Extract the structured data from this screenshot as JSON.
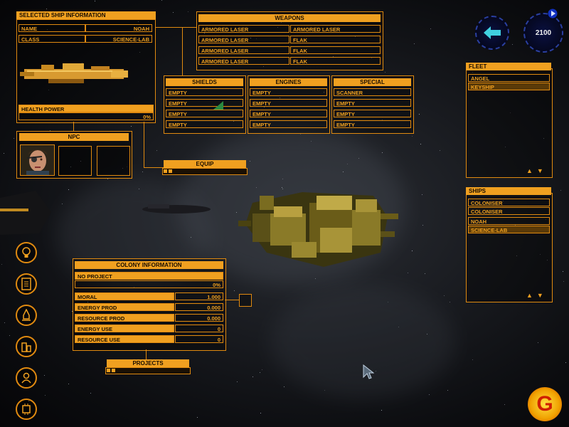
{
  "selected_ship": {
    "title": "SELECTED SHIP INFORMATION",
    "name_label": "NAME",
    "name_value": "NOAH",
    "class_label": "CLASS",
    "class_value": "SCIENCE-LAB",
    "health_label": "HEALTH POWER",
    "health_value": "0%",
    "health_level": 0
  },
  "weapons": {
    "title": "WEAPONS",
    "left": [
      "ARMORED LASER",
      "ARMORED LASER",
      "ARMORED LASER",
      "ARMORED LASER"
    ],
    "right": [
      "ARMORED LASER",
      "FLAK",
      "FLAK",
      "FLAK"
    ]
  },
  "shields": {
    "title": "SHIELDS",
    "items": [
      "EMPTY",
      "EMPTY",
      "EMPTY",
      "EMPTY"
    ]
  },
  "engines": {
    "title": "ENGINES",
    "items": [
      "EMPTY",
      "EMPTY",
      "EMPTY",
      "EMPTY"
    ]
  },
  "special": {
    "title": "SPECIAL",
    "items": [
      "SCANNER",
      "EMPTY",
      "EMPTY",
      "EMPTY"
    ]
  },
  "npc": {
    "title": "NPC"
  },
  "equip": {
    "label": "EQUIP"
  },
  "credits": {
    "value": "2100"
  },
  "fleet": {
    "title": "FLEET",
    "items": [
      "ANGEL",
      "KEYSHIP"
    ]
  },
  "ships": {
    "title": "SHIPS",
    "items": [
      "COLONISER",
      "COLONISER",
      "NOAH",
      "SCIENCE-LAB"
    ]
  },
  "colony": {
    "title": "COLONY INFORMATION",
    "project": "NO PROJECT",
    "project_progress": "0%",
    "rows": [
      {
        "label": "MORAL",
        "value": "1.000"
      },
      {
        "label": "ENERGY PROD",
        "value": "0.000"
      },
      {
        "label": "RESOURCE PROD",
        "value": "0.000"
      },
      {
        "label": "ENERGY USE",
        "value": "0"
      },
      {
        "label": "RESOURCE USE",
        "value": "0"
      }
    ]
  },
  "projects": {
    "label": "PROJECTS"
  },
  "logo": {
    "letter": "G"
  },
  "colors": {
    "accent": "#f0a020",
    "border": "#e08a10",
    "blue": "#2a3fa0",
    "cyan": "#40d0e0"
  }
}
